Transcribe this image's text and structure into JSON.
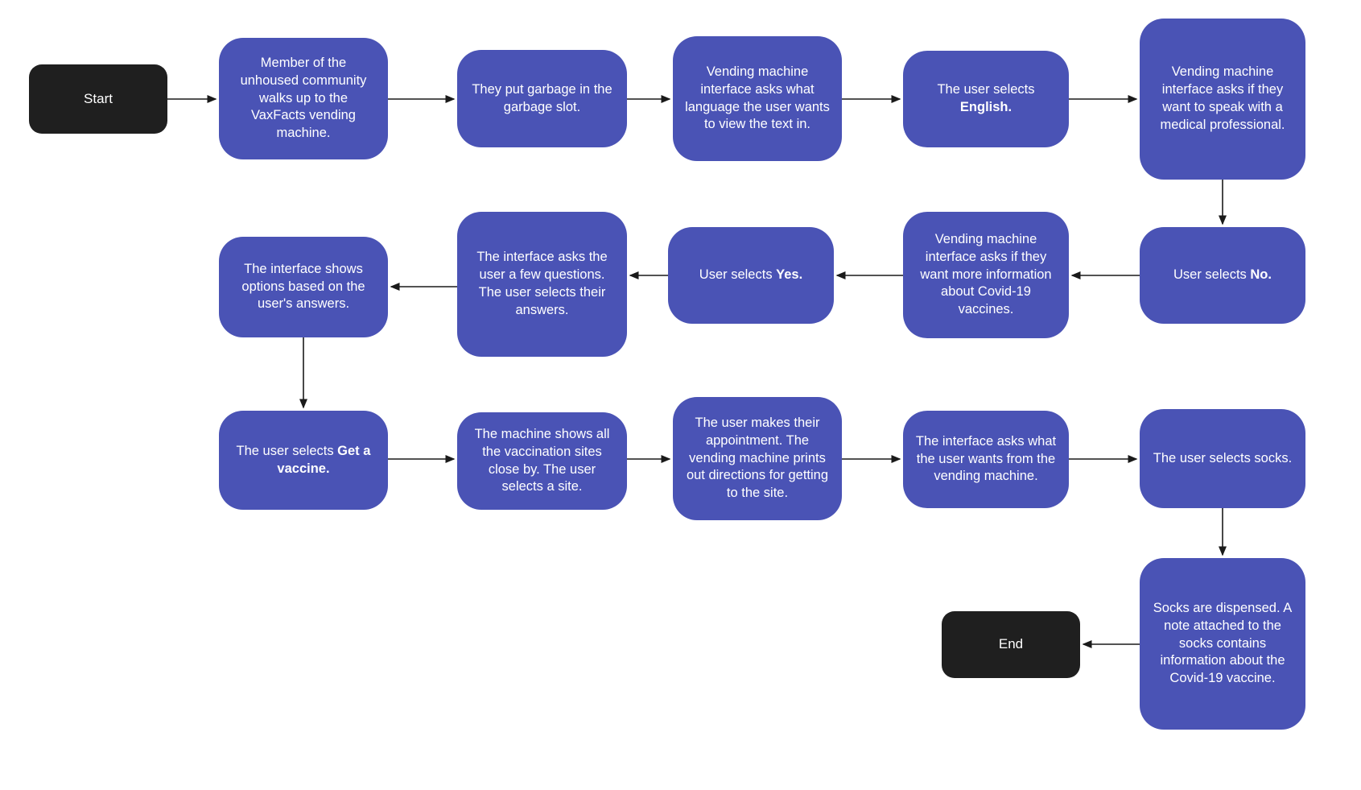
{
  "diagram": {
    "background": "#FFFFFF",
    "node_color": "#4A53B5",
    "terminal_color": "#1F1F1F",
    "text_color": "#FFFFFF",
    "arrow_color": "#1A1A1A",
    "nodes": [
      {
        "id": "start",
        "kind": "terminal",
        "text": "Start"
      },
      {
        "id": "approach",
        "kind": "process",
        "text": "Member of the unhoused community walks up to the VaxFacts vending machine."
      },
      {
        "id": "garbage",
        "kind": "process",
        "text": "They put garbage in the garbage slot."
      },
      {
        "id": "language-prompt",
        "kind": "process",
        "text": "Vending machine interface asks what language the user wants to view the text in."
      },
      {
        "id": "select-english",
        "kind": "process",
        "text": "The user selects ",
        "bold": "English."
      },
      {
        "id": "medical-prompt",
        "kind": "process",
        "text": "Vending machine interface asks if they want to speak with a medical professional."
      },
      {
        "id": "select-no",
        "kind": "process",
        "text": "User selects ",
        "bold": "No."
      },
      {
        "id": "info-prompt",
        "kind": "process",
        "text": "Vending machine interface asks if they want more information about Covid-19 vaccines."
      },
      {
        "id": "select-yes",
        "kind": "process",
        "text": "User selects ",
        "bold": "Yes."
      },
      {
        "id": "questions",
        "kind": "process",
        "text": "The interface asks the user a few questions. The user selects their answers."
      },
      {
        "id": "options",
        "kind": "process",
        "text": "The interface shows options based on the user's answers."
      },
      {
        "id": "select-get-vaccine",
        "kind": "process",
        "text": "The user selects ",
        "bold": "Get a vaccine."
      },
      {
        "id": "sites",
        "kind": "process",
        "text": "The machine shows all the vaccination sites close by. The user selects a site."
      },
      {
        "id": "appointment",
        "kind": "process",
        "text": "The user makes their appointment. The vending machine prints out directions for getting to the site."
      },
      {
        "id": "want-prompt",
        "kind": "process",
        "text": "The interface asks what the user wants from the vending machine."
      },
      {
        "id": "select-socks",
        "kind": "process",
        "text": "The user selects socks."
      },
      {
        "id": "socks-dispensed",
        "kind": "process",
        "text": "Socks are dispensed. A note attached to the socks contains information about the Covid-19 vaccine."
      },
      {
        "id": "end",
        "kind": "terminal",
        "text": "End"
      }
    ],
    "edges": [
      {
        "from": "start",
        "to": "approach"
      },
      {
        "from": "approach",
        "to": "garbage"
      },
      {
        "from": "garbage",
        "to": "language-prompt"
      },
      {
        "from": "language-prompt",
        "to": "select-english"
      },
      {
        "from": "select-english",
        "to": "medical-prompt"
      },
      {
        "from": "medical-prompt",
        "to": "select-no"
      },
      {
        "from": "select-no",
        "to": "info-prompt"
      },
      {
        "from": "info-prompt",
        "to": "select-yes"
      },
      {
        "from": "select-yes",
        "to": "questions"
      },
      {
        "from": "questions",
        "to": "options"
      },
      {
        "from": "options",
        "to": "select-get-vaccine"
      },
      {
        "from": "select-get-vaccine",
        "to": "sites"
      },
      {
        "from": "sites",
        "to": "appointment"
      },
      {
        "from": "appointment",
        "to": "want-prompt"
      },
      {
        "from": "want-prompt",
        "to": "select-socks"
      },
      {
        "from": "select-socks",
        "to": "socks-dispensed"
      },
      {
        "from": "socks-dispensed",
        "to": "end"
      }
    ]
  }
}
